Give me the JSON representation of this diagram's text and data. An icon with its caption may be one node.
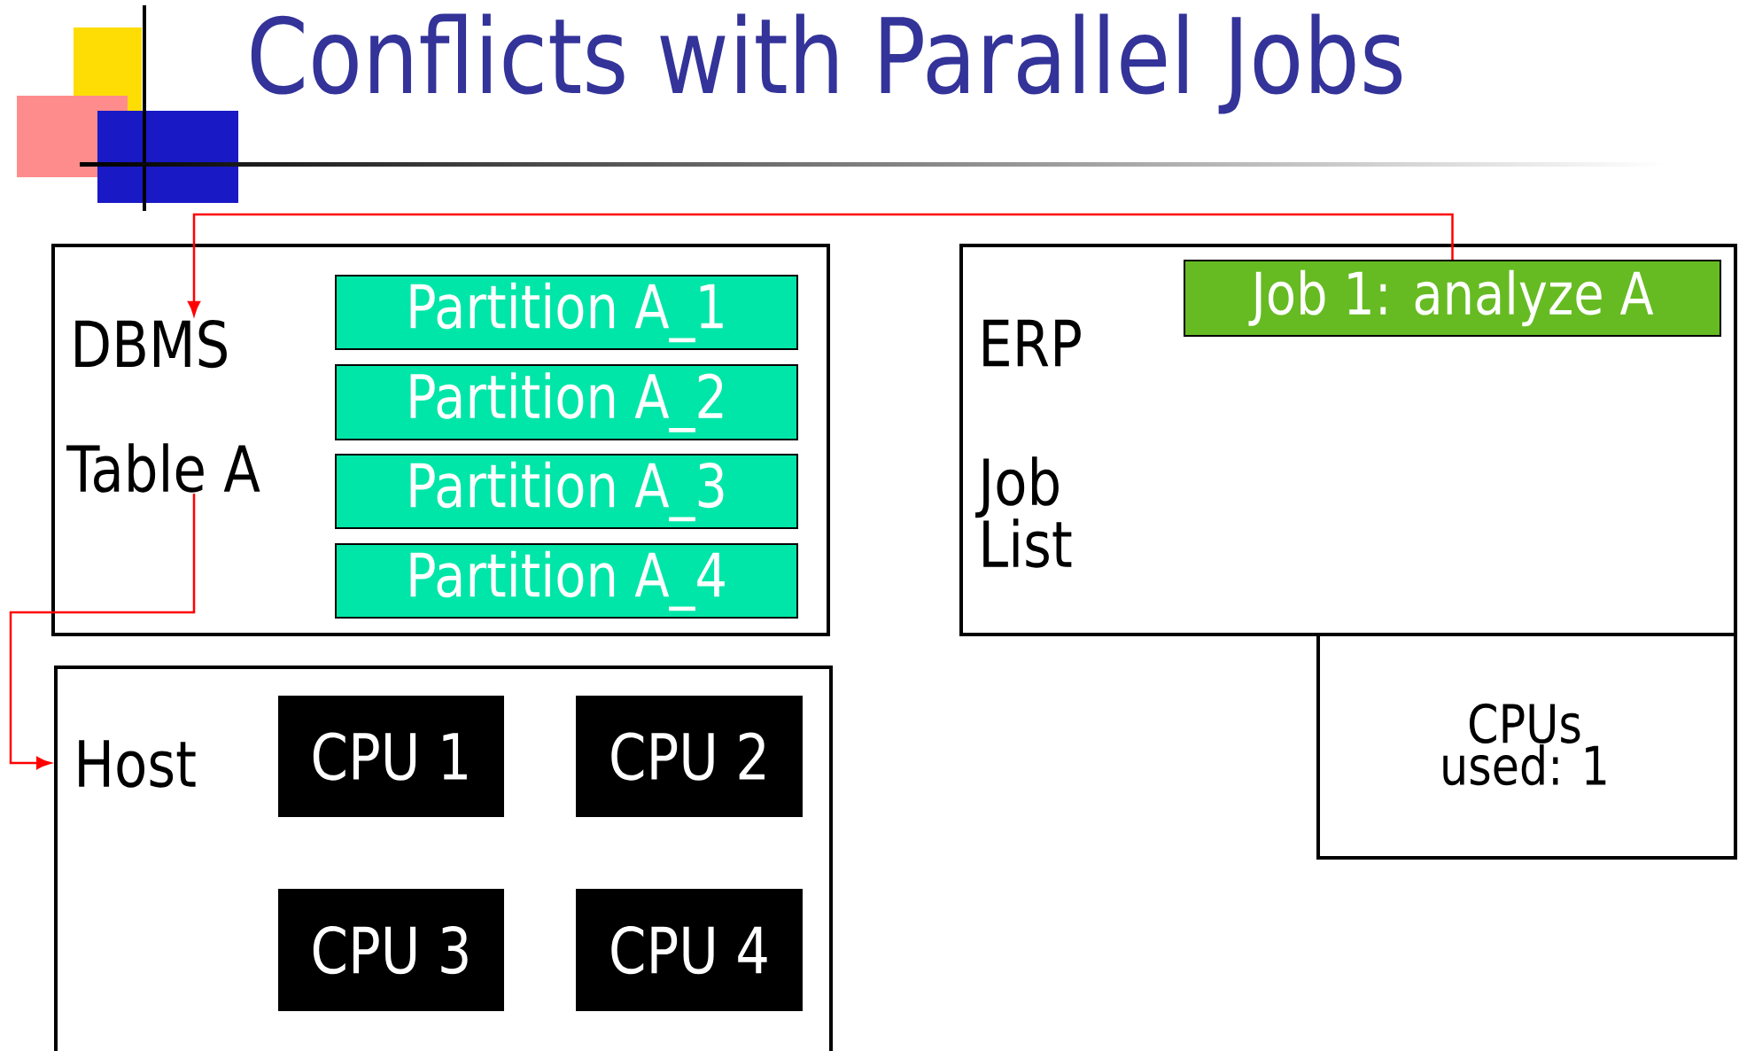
{
  "diagram": {
    "title": "Conflicts with Parallel Jobs",
    "nodes": [
      {
        "text": [],
        "shape": "box"
      },
      {
        "text": [
          "DBMS"
        ],
        "in": 0
      },
      {
        "text": [
          "Table A"
        ],
        "in": 0
      },
      {
        "text": [
          "Partition A_1"
        ],
        "in": 0
      },
      {
        "text": [
          "Partition A_2"
        ],
        "in": 0
      },
      {
        "text": [
          "Partition A_3"
        ],
        "in": 0
      },
      {
        "text": [
          "Partition A_4"
        ],
        "in": 0
      },
      {
        "text": [
          "ERP",
          "Job List"
        ]
      },
      {
        "text": [
          "Job 1: analyze A"
        ],
        "in": 7
      },
      {
        "text": [
          "CPUs used: 1"
        ]
      },
      {
        "text": [
          "Host"
        ]
      },
      {
        "text": [
          "CPU 1"
        ],
        "in": 10
      },
      {
        "text": [
          "CPU 2"
        ],
        "in": 10
      },
      {
        "text": [
          "CPU 3"
        ],
        "in": 10
      },
      {
        "text": [
          "CPU 4"
        ],
        "in": 10
      }
    ],
    "edges": [
      {
        "from": 8,
        "to": 1,
        "arrow": "to"
      },
      {
        "from": 2,
        "to": 10,
        "arrow": "to"
      }
    ]
  }
}
